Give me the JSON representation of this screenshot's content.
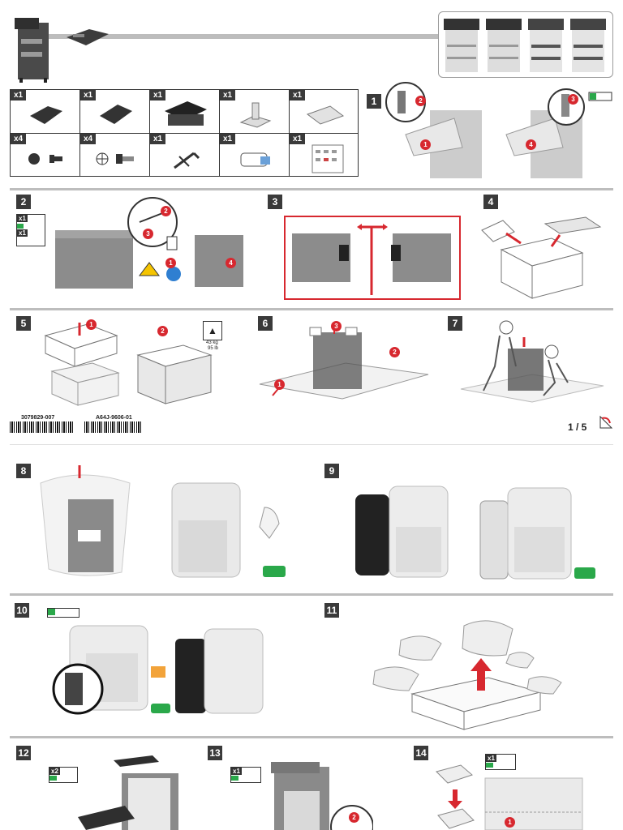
{
  "top": {
    "printer_models_count": 4
  },
  "parts": [
    {
      "qty": "x1",
      "icon": "tray-icon"
    },
    {
      "qty": "x1",
      "icon": "tray-icon"
    },
    {
      "qty": "x1",
      "icon": "tray-unit-icon"
    },
    {
      "qty": "x1",
      "icon": "bracket-icon"
    },
    {
      "qty": "x1",
      "icon": "plate-icon"
    },
    {
      "qty": "x4",
      "icon": "screw-icon"
    },
    {
      "qty": "x4",
      "icon": "bolt-icon"
    },
    {
      "qty": "x1",
      "icon": "hex-key-icon"
    },
    {
      "qty": "x1",
      "icon": "cable-clip-icon"
    },
    {
      "qty": "x1",
      "icon": "sheet-icon"
    }
  ],
  "steps": {
    "s1": "1",
    "s2": "2",
    "s3": "3",
    "s4": "4",
    "s5": "5",
    "s6": "6",
    "s7": "7",
    "s8": "8",
    "s9": "9",
    "s10": "10",
    "s11": "11",
    "s12": "12",
    "s13": "13",
    "s14": "14"
  },
  "callouts": {
    "c1": "1",
    "c2": "2",
    "c3": "3",
    "c4": "4"
  },
  "tool_badges": {
    "b2a": "x1",
    "b2b": "x1",
    "b12": "x2",
    "b13": "x1",
    "b14": "x1"
  },
  "weight": {
    "label": "43 kg",
    "sub": "95 lb"
  },
  "barcodes": {
    "code1": "3079829-007",
    "code2": "A64J-9606-01"
  },
  "page_indicator": "1 / 5",
  "colors": {
    "accent_red": "#d7282f",
    "frame_gray": "#bdbdbd",
    "recycle_green": "#2aa84a"
  }
}
